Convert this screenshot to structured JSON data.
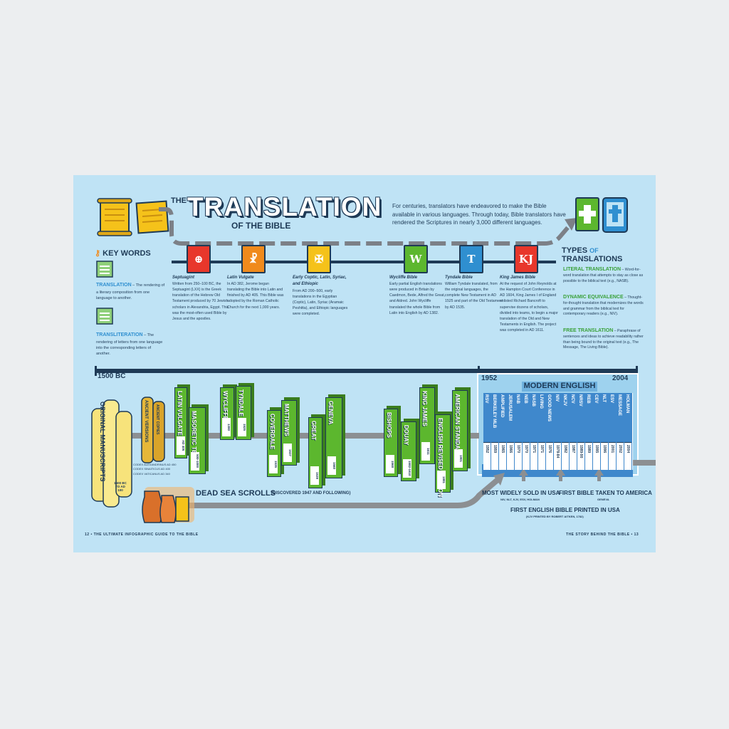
{
  "title": {
    "the": "THE",
    "main": "TRANSLATION",
    "sub": "OF THE BIBLE"
  },
  "intro": "For centuries, translators have endeavored to make the Bible available in various languages. Through today, Bible translators have rendered the Scriptures in nearly 3,000 different languages.",
  "key_words": {
    "heading": "KEY WORDS",
    "items": [
      {
        "term": "TRANSLATION",
        "desc": " – The rendering of a literary composition from one language to another."
      },
      {
        "term": "TRANSLITERATION",
        "desc": " – The rendering of letters from one language into the corresponding letters of another."
      }
    ]
  },
  "events": [
    {
      "title": "Septuagint",
      "text": "Written from 250–100 BC, the Septuagint (LXX) is the Greek translation of the Hebrew Old Testament produced by 70 Jewish scholars in Alexandria, Egypt. This was the most-often used Bible by Jesus and the apostles.",
      "color": "#e8372b",
      "glyph": "⊕"
    },
    {
      "title": "Latin Vulgate",
      "text": "In AD 382, Jerome began translating the Bible into Latin and finished by AD 405. This Bible was adopted by the Roman Catholic Church for the next 1,000 years.",
      "color": "#f08a1c",
      "glyph": "☧"
    },
    {
      "title": "Early Coptic, Latin, Syriac, and Ethiopic",
      "text": "From AD 200–500, early translations in the Egyptian (Coptic), Latin, Syriac (Aramaic Peshitta), and Ethiopic languages were completed.",
      "color": "#f5c21a",
      "glyph": "✠"
    },
    {
      "title": "Wycliffe Bible",
      "text": "Early partial English translations were produced in Britain by Caedmon, Bede, Alfred the Great, and Aldred. John Wycliffe translated the whole Bible from Latin into English by AD 1382.",
      "color": "#5cb72e",
      "glyph": "W"
    },
    {
      "title": "Tyndale Bible",
      "text": "William Tyndale translated, from the original languages, the complete New Testament in AD 1525 and part of the Old Testament by AD 1535.",
      "color": "#2f8fd0",
      "glyph": "T"
    },
    {
      "title": "King James Bible",
      "text": "At the request of John Reynolds at the Hampton Court Conference in AD 1604, King James I of England enlisted Richard Bancroft to supervise dozens of scholars, divided into teams, to begin a major translation of the Old and New Testaments in English. The project was completed in AD 1611.",
      "color": "#e8372b",
      "glyph": "KJ"
    }
  ],
  "types": {
    "heading1": "TYPES",
    "of": "OF",
    "heading2": "TRANSLATIONS",
    "items": [
      {
        "term": "LITERAL TRANSLATION",
        "desc": " – Word-for-word translation that attempts to stay as close as possible to the biblical text (e.g., NASB)."
      },
      {
        "term": "DYNAMIC EQUIVALENCE",
        "desc": " – Thought-for-thought translation that modernizes the words and grammar from the biblical text for contemporary readers (e.g., NIV)."
      },
      {
        "term": "FREE TRANSLATION",
        "desc": " – Paraphrase of sentences and ideas to achieve readability rather than being bound to the original text (e.g., The Message, The Living Bible)."
      }
    ]
  },
  "timeline": {
    "start": "1500 BC",
    "modern_start": "1952",
    "modern_end": "2004",
    "modern_label": "MODERN ENGLISH"
  },
  "manuscripts": {
    "label": "ORIGINAL MANUSCRIPTS",
    "date": "1500 BC TO AD 100",
    "versions": "ANCIENT VERSIONS",
    "copies": "ANCIENT COPIES",
    "codices": [
      "CODEX ALEXANDRINUS AD 450",
      "CODEX SINAITICUS AD 400",
      "CODEX VATICANUS AD 340"
    ]
  },
  "early_versions": [
    {
      "name": "LATIN VULGATE",
      "date": "AD 405"
    },
    {
      "name": "MASORETIC TEXTS",
      "date": "500-1000"
    },
    {
      "name": "WYCLIFFE",
      "date": "1380"
    },
    {
      "name": "TYNDALE",
      "date": "1525"
    },
    {
      "name": "COVERDALE",
      "date": "1535"
    },
    {
      "name": "MATTHEWS",
      "date": "1537"
    },
    {
      "name": "GREAT",
      "date": "1539"
    },
    {
      "name": "GENEVA",
      "date": "1560"
    },
    {
      "name": "BISHOPS",
      "date": "1568"
    },
    {
      "name": "DOUAY",
      "date": "1582-1610"
    },
    {
      "name": "KING JAMES",
      "date": "1611"
    },
    {
      "name": "ENGLISH REVISED VERSION",
      "date": "1881"
    },
    {
      "name": "AMERICAN STANDARD",
      "date": "1901"
    }
  ],
  "modern": [
    {
      "name": "RSV",
      "year": "1952"
    },
    {
      "name": "BERKELEY MLB",
      "year": "1959"
    },
    {
      "name": "AMPLIFIED",
      "year": "1965"
    },
    {
      "name": "JERUSALEM",
      "year": "1966"
    },
    {
      "name": "NAB",
      "year": "1970"
    },
    {
      "name": "NEB",
      "year": "1970"
    },
    {
      "name": "NASB",
      "year": "1971"
    },
    {
      "name": "LIVING",
      "year": "1971"
    },
    {
      "name": "GOOD NEWS",
      "year": "1976"
    },
    {
      "name": "NIV",
      "year": "1978-84"
    },
    {
      "name": "NKJV",
      "year": "1982"
    },
    {
      "name": "NCV",
      "year": "1987"
    },
    {
      "name": "NRSV",
      "year": "1989-90"
    },
    {
      "name": "REB",
      "year": "1989"
    },
    {
      "name": "CEV",
      "year": "1995"
    },
    {
      "name": "NLT",
      "year": "1996"
    },
    {
      "name": "ESV",
      "year": "2001"
    },
    {
      "name": "MESSAGE",
      "year": "2002"
    },
    {
      "name": "HOLMAN",
      "year": "2004"
    }
  ],
  "bottom_labels": {
    "dead_sea": "DEAD SEA SCROLLS",
    "dead_sea_note": "(DISCOVERED 1947 AND FOLLOWING)",
    "most_sold": "MOST WIDELY SOLD IN USA",
    "most_sold_note": "NIV, NLT, KJV, ESV, HOLMAN",
    "first_america": "FIRST BIBLE TAKEN TO AMERICA",
    "first_america_note": "GENEVA",
    "first_english_usa": "FIRST ENGLISH BIBLE PRINTED IN USA",
    "first_english_usa_note": "(KJV PRINTED BY ROBERT AITKEN, 1782)"
  },
  "folio": {
    "left": "12  •  THE ULTIMATE INFOGRAPHIC GUIDE TO THE BIBLE",
    "right": "THE STORY BEHIND THE BIBLE  •  13"
  },
  "colors": {
    "navy": "#1e3a56",
    "sky": "#bfe3f5",
    "green": "#5cb72e",
    "blue": "#3f88cc",
    "gray": "#8c8f92"
  }
}
